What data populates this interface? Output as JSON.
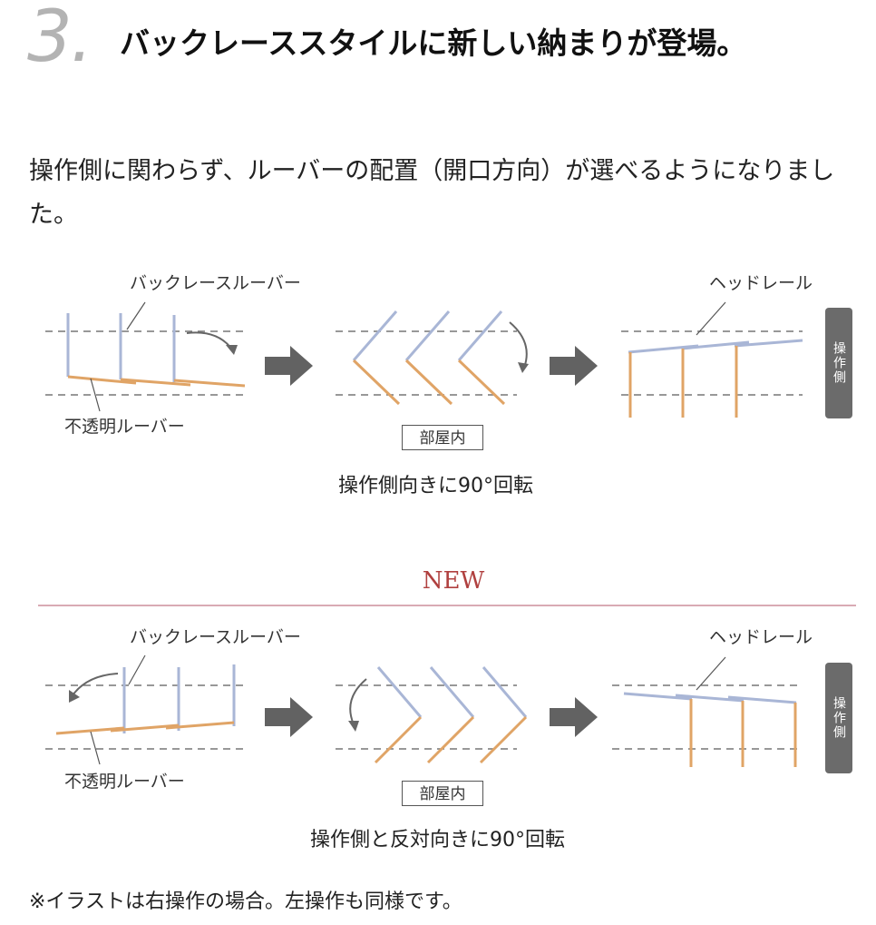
{
  "header": {
    "number": "3.",
    "title": "バックレーススタイルに新しい納まりが登場。"
  },
  "lead_text": "操作側に関わらず、ルーバーの配置（開口方向）が選べるようになりました。",
  "diagram_old": {
    "label_lace": "バックレースルーバー",
    "label_opaque": "不透明ルーバー",
    "label_rail": "ヘッドレール",
    "room_label": "部屋内",
    "side_label": "操作側",
    "caption": "操作側向きに90°回転"
  },
  "new_label": "NEW",
  "diagram_new": {
    "label_lace": "バックレースルーバー",
    "label_opaque": "不透明ルーバー",
    "label_rail": "ヘッドレール",
    "room_label": "部屋内",
    "side_label": "操作側",
    "caption": "操作側と反対向きに90°回転"
  },
  "footnote": "※イラストは右操作の場合。左操作も同様です。",
  "colors": {
    "lace_louver": "#a9b6d6",
    "opaque_louver": "#e0a466",
    "arrow": "#626262",
    "new_accent": "#b0403f",
    "divider": "#d9aab4"
  }
}
